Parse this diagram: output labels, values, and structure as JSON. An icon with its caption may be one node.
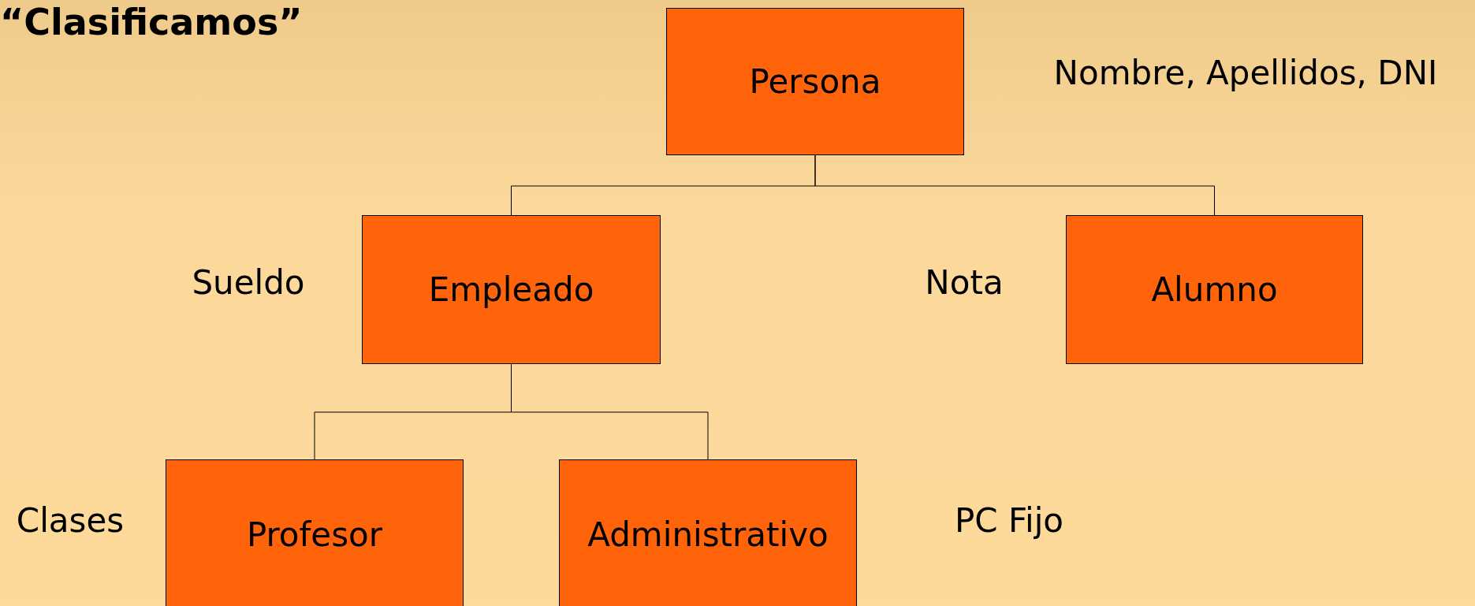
{
  "diagram": {
    "title": "“Clasificamos”",
    "nodes": [
      {
        "text": [
          "Persona"
        ],
        "beside": [
          "Nombre, Apellidos, DNI"
        ]
      },
      {
        "text": [
          "Empleado"
        ],
        "beside": [
          "Sueldo"
        ]
      },
      {
        "text": [
          "Alumno"
        ],
        "beside": [
          "Nota"
        ]
      },
      {
        "text": [
          "Profesor"
        ],
        "beside": [
          "Clases"
        ]
      },
      {
        "text": [
          "Administrativo"
        ],
        "beside": [
          "PC Fijo"
        ]
      }
    ],
    "edges": [
      {
        "from": 0,
        "to": 1,
        "arrow": "none"
      },
      {
        "from": 0,
        "to": 2,
        "arrow": "none"
      },
      {
        "from": 1,
        "to": 3,
        "arrow": "none"
      },
      {
        "from": 1,
        "to": 4,
        "arrow": "none"
      }
    ]
  }
}
